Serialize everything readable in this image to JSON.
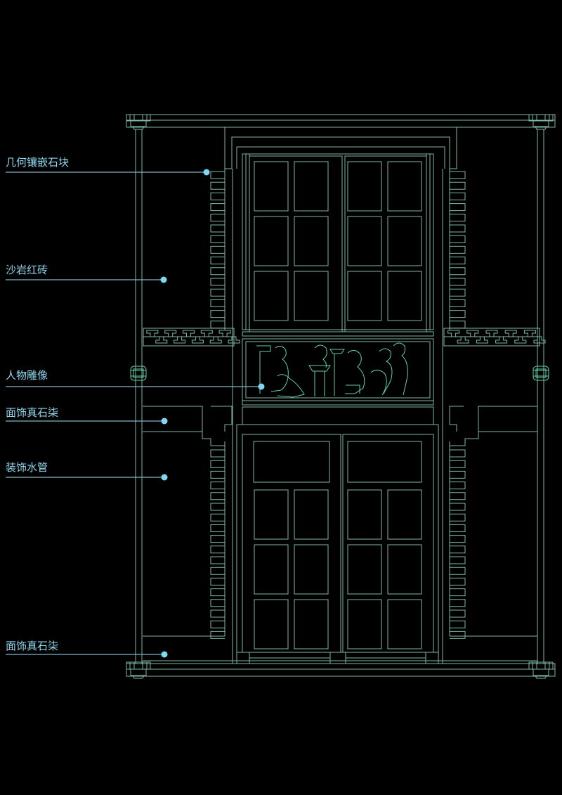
{
  "drawing": {
    "title": "Facade elevation",
    "line_color": "#7fb8a4",
    "label_color": "#8fd6ee",
    "dot_color": "#7fd8f0",
    "background": "#000000"
  },
  "annotations": [
    {
      "id": "geometric-inlay-stone",
      "text": "几何镶嵌石块"
    },
    {
      "id": "sandstone-red-brick",
      "text": "沙岩红砖"
    },
    {
      "id": "figure-sculpture",
      "text": "人物雕像"
    },
    {
      "id": "facing-real-stone-upper",
      "text": "面饰真石柒"
    },
    {
      "id": "decorative-water-pipe",
      "text": "装饰水管"
    },
    {
      "id": "facing-real-stone-lower",
      "text": "面饰真石柒"
    }
  ]
}
